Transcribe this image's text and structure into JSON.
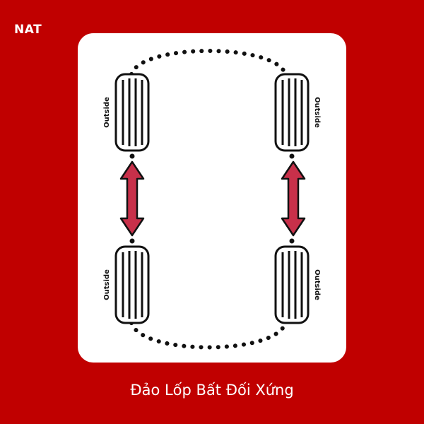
{
  "brand": {
    "text": "NAT"
  },
  "diagram": {
    "tire_label": "Outside",
    "tires": [
      {
        "id": "front-left",
        "label": "Outside"
      },
      {
        "id": "front-right",
        "label": "Outside"
      },
      {
        "id": "rear-left",
        "label": "Outside"
      },
      {
        "id": "rear-right",
        "label": "Outside"
      }
    ],
    "colors": {
      "background": "#c00000",
      "card": "#ffffff",
      "arrow": "#c8304a",
      "outline": "#111111"
    }
  },
  "caption": {
    "text": "Đảo Lốp Bất Đối Xứng"
  }
}
